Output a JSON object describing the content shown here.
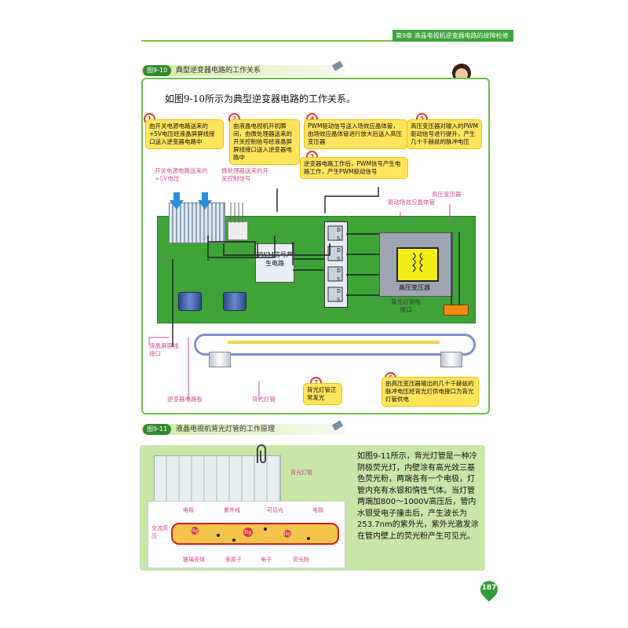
{
  "header": {
    "chapter": "第9章  液晶电视机逆变器电路的故障检修"
  },
  "figure1": {
    "number": "图9-10",
    "title": "典型逆变器电路的工作关系",
    "intro": "如图9-10所示为典型逆变器电路的工作关系。",
    "callouts": [
      {
        "num": "1",
        "text": "由开关电源电路送来的+5V电压经液晶屏屏线接口送入逆变器电路中"
      },
      {
        "num": "2",
        "text": "由液晶电视机开机瞬间，由微处理器送来的开关控制信号经液晶屏屏线接口送入逆变器电路中"
      },
      {
        "num": "3",
        "text": "逆变器电路工作后，PWM信号产生电路工作，产生PWM驱动信号"
      },
      {
        "num": "4",
        "text": "PWM驱动信号送入场效应晶体管，由场效应晶体管进行放大后送入高压变压器"
      },
      {
        "num": "5",
        "text": "高压变压器对输入的PWM驱动信号进行提升，产生几十千赫兹的脉冲电压"
      },
      {
        "num": "6",
        "text": "由高压变压器输出的几十千赫兹的脉冲电压经背光灯供电接口为背光灯管供电"
      },
      {
        "num": "7",
        "text": "背光灯管正常发光"
      }
    ],
    "labels": {
      "switch_power": "开关电源电路送来的+5V电压",
      "mcu_signal": "微处理器送来的开关控制信号",
      "fet": "驱动场效应晶体管",
      "hv_transformer_top": "高压变压器",
      "pwm": "PWM信号产生电路",
      "hv_transformer": "高压变压器",
      "backlight_port": "背光灯供电接口",
      "lcd_port": "液晶屏屏线接口",
      "inverter_board": "逆变器电路板",
      "backlight_tube": "背光灯管",
      "d": "D",
      "s": "S"
    }
  },
  "figure2": {
    "number": "图9-11",
    "title": "液晶电视机背光灯管的工作原理",
    "tube_label": "背光灯管",
    "text": "如图9-11所示，背光灯管是一种冷阴极荧光灯，内壁涂有高光效三基色荧光粉，两端各有一个电极，灯管内充有水银和惰性气体。当灯管两端加800～1000V高压后，管内水银受电子撞击后，产生波长为253.7nm的紫外光，紫外光激发涂在管内壁上的荧光粉产生可见光。",
    "labels": {
      "electrode_left": "电极",
      "uv": "紫外线",
      "visible": "可见光",
      "electrode_right": "电极",
      "ac_high": "交流高压",
      "glass": "玻璃壳体",
      "mercury": "汞原子",
      "electron": "电子",
      "phosphor": "荧光粉",
      "hg": "Hg"
    }
  },
  "page": {
    "number": "187"
  },
  "colors": {
    "accent_green": "#3aa635",
    "callout_yellow": "#ffe45c",
    "pink_label": "#d44b8e"
  }
}
